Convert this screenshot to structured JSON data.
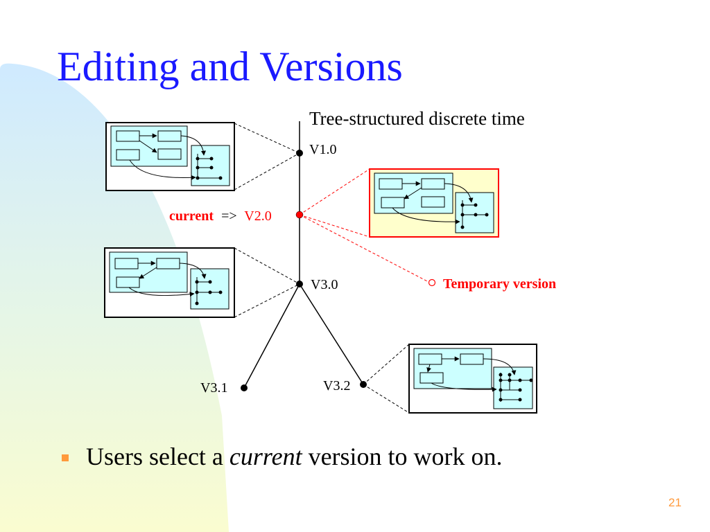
{
  "slide": {
    "title": "Editing and Versions",
    "page_number": "21"
  },
  "diagram": {
    "heading": "Tree-structured discrete time",
    "current_prefix": "current",
    "current_arrow": "=>",
    "versions": [
      "V1.0",
      "V2.0",
      "V3.0",
      "V3.1",
      "V3.2"
    ],
    "temporary_label": "Temporary version"
  },
  "bullet": {
    "before": "Users select a",
    "emphasis": "current",
    "after": "version to work on."
  },
  "colors": {
    "title": "#1a1aff",
    "highlight": "#ff0000",
    "panel_fill": "#ccffff",
    "current_box_fill": "#ffffcc",
    "bullet": "#ff9a3c",
    "page_number": "#ff9a3c"
  }
}
